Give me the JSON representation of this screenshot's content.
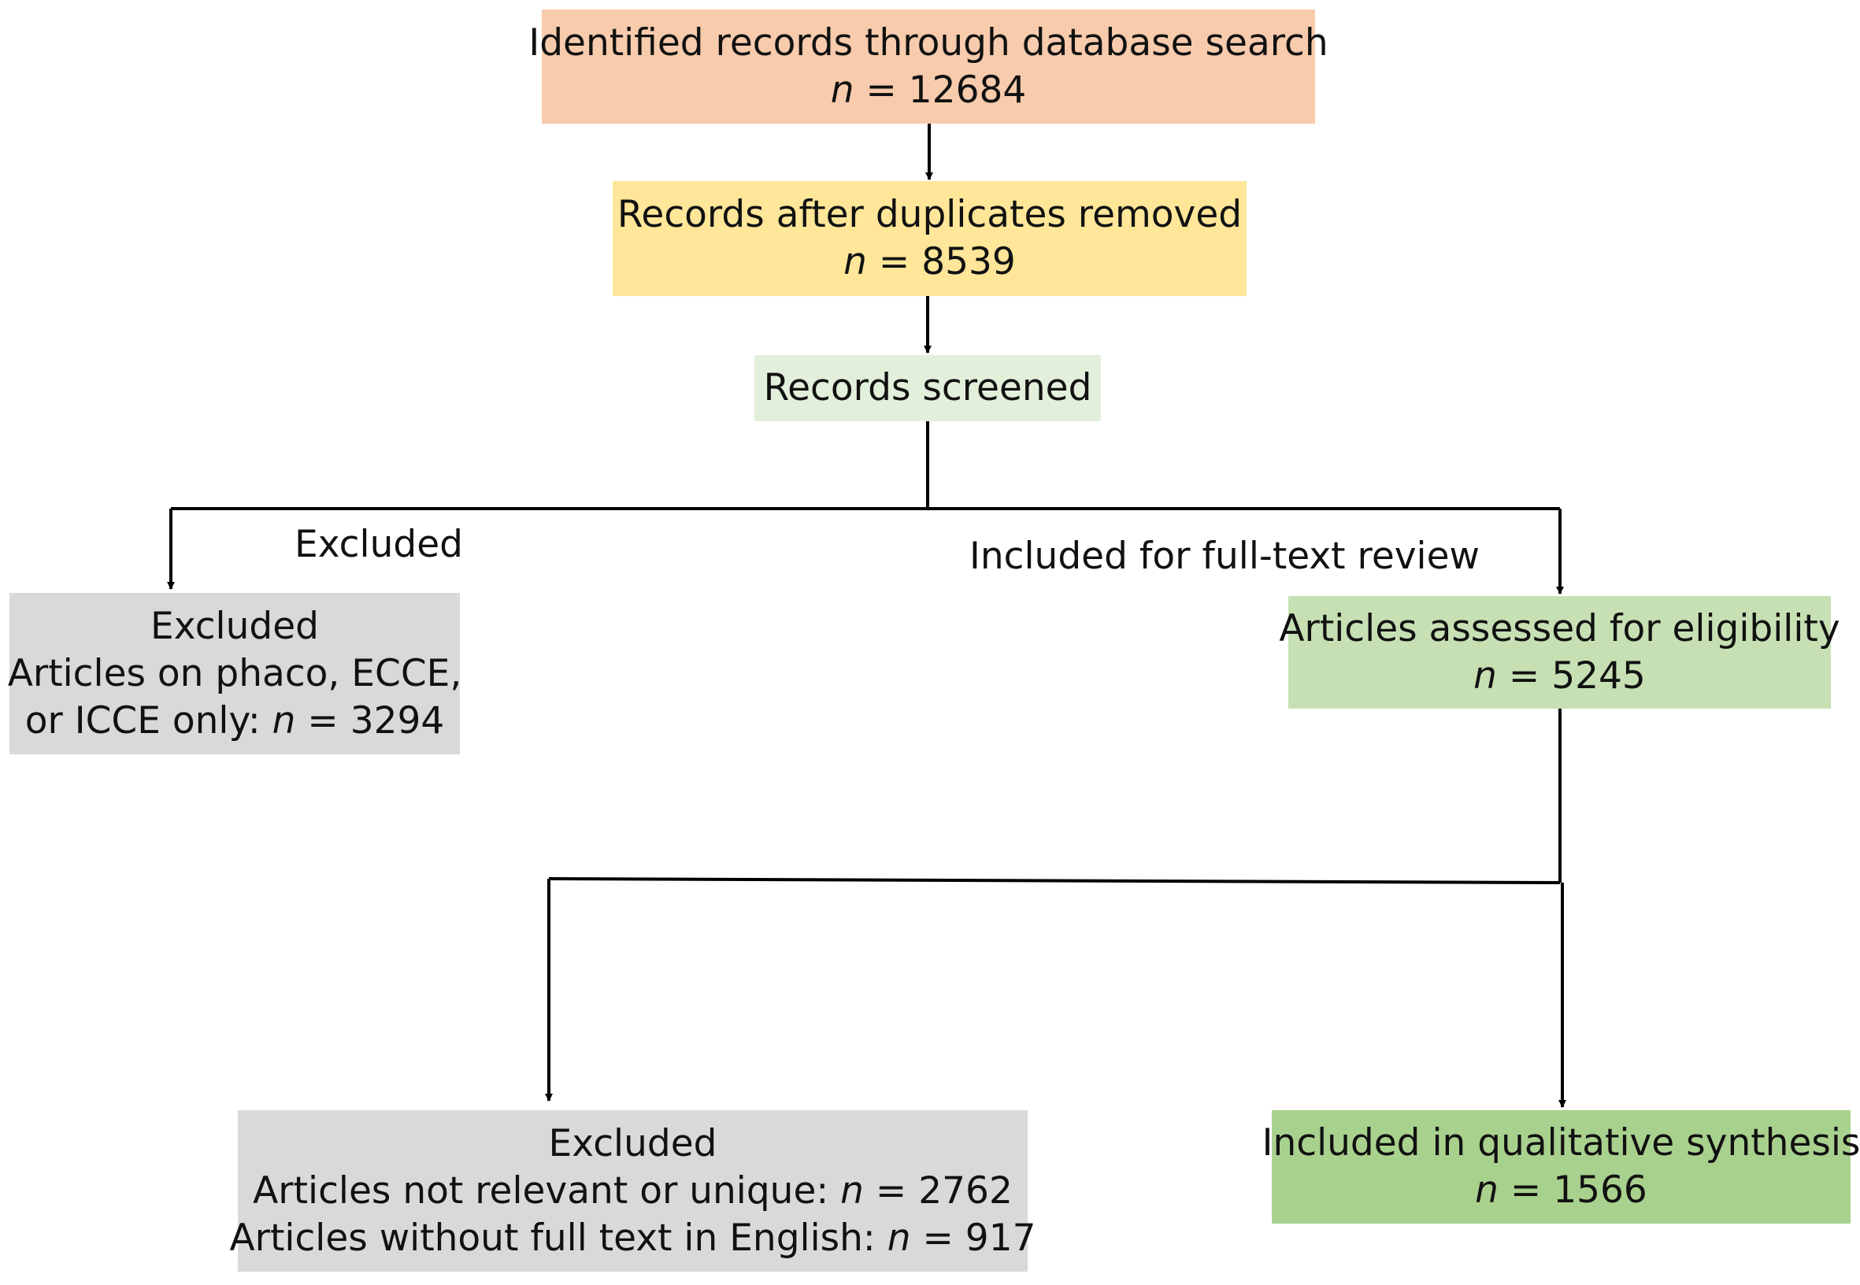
{
  "colors": {
    "identified": "#F8CBAD",
    "after_duplicates": "#FFE699",
    "screened": "#E2EFDA",
    "assessed": "#C6E0B4",
    "included": "#A9D18E",
    "excluded": "#D9D9D9",
    "lines": "#000000"
  },
  "boxes": {
    "identified": {
      "title": "Identified records through database search",
      "n_symbol": "n",
      "n_value": "= 12684"
    },
    "after_duplicates": {
      "title": "Records after duplicates removed",
      "n_symbol": "n",
      "n_value": "= 8539"
    },
    "screened": {
      "title": "Records screened"
    },
    "excluded_screening": {
      "heading": "Excluded",
      "line1": "Articles on phaco, ECCE,",
      "line2_prefix": "or ICCE only:",
      "n_symbol": "n",
      "n_value": "= 3294"
    },
    "assessed": {
      "title": "Articles assessed for eligibility",
      "n_symbol": "n",
      "n_value": "= 5245"
    },
    "excluded_fulltext": {
      "heading": "Excluded",
      "line1_prefix": "Articles not relevant or unique:",
      "line1_n_symbol": "n",
      "line1_n_value": "= 2762",
      "line2_prefix": "Articles without full text in English:",
      "line2_n_symbol": "n",
      "line2_n_value": "= 917"
    },
    "included": {
      "title": "Included in qualitative synthesis",
      "n_symbol": "n",
      "n_value": "= 1566"
    }
  },
  "edge_labels": {
    "excluded": "Excluded",
    "included_fulltext": "Included for full-text review"
  }
}
